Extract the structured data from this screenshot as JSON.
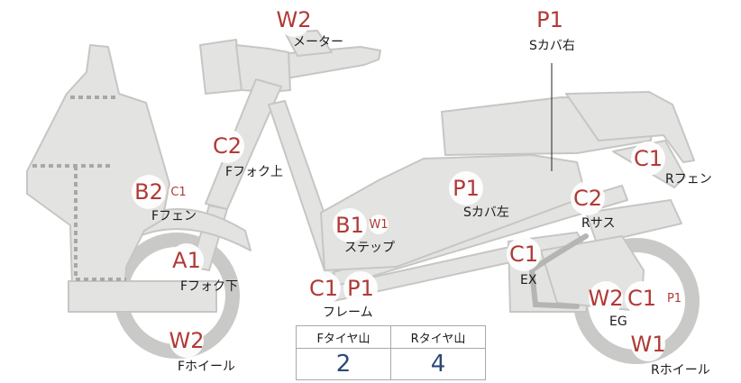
{
  "labels": {
    "meter": "メーター",
    "s_cover_right": "Sカバ右",
    "f_fork_upper": "Fフォク上",
    "r_fender": "Rフェン",
    "f_fender": "Fフェン",
    "s_cover_left": "Sカバ左",
    "r_suspension": "Rサス",
    "step": "ステップ",
    "exhaust": "EX",
    "f_fork_lower": "Fフォク下",
    "frame": "フレーム",
    "engine": "EG",
    "f_wheel": "Fホイール",
    "r_wheel": "Rホイール"
  },
  "badges": {
    "meter": "W2",
    "s_cover_right": "P1",
    "f_fork_upper": "C2",
    "r_fender": "C1",
    "f_fender_main": "B2",
    "f_fender_sub": "C1",
    "s_cover_left": "P1",
    "r_suspension": "C2",
    "step_main": "B1",
    "step_sub": "W1",
    "exhaust": "C1",
    "f_fork_lower": "A1",
    "frame_1": "C1",
    "frame_2": "P1",
    "engine_1": "W2",
    "engine_2": "C1",
    "engine_3": "P1",
    "f_wheel": "W2",
    "r_wheel": "W1"
  },
  "tire_table": {
    "headers": [
      "Fタイヤ山",
      "Rタイヤ山"
    ],
    "values": [
      "2",
      "4"
    ]
  },
  "colors": {
    "part_fill": "#e3e3e1",
    "part_stroke": "#c6c6c4",
    "badge_text": "#b03a36",
    "table_value": "#2b4a78"
  }
}
